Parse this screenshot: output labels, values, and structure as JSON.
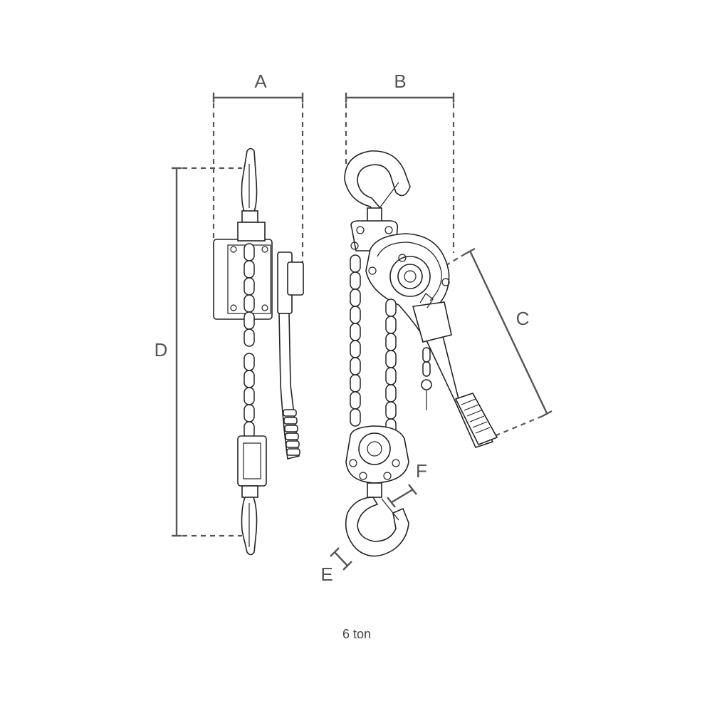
{
  "dimensions": {
    "A": "A",
    "B": "B",
    "C": "C",
    "D": "D",
    "E": "E",
    "F": "F"
  },
  "caption": "6 ton"
}
